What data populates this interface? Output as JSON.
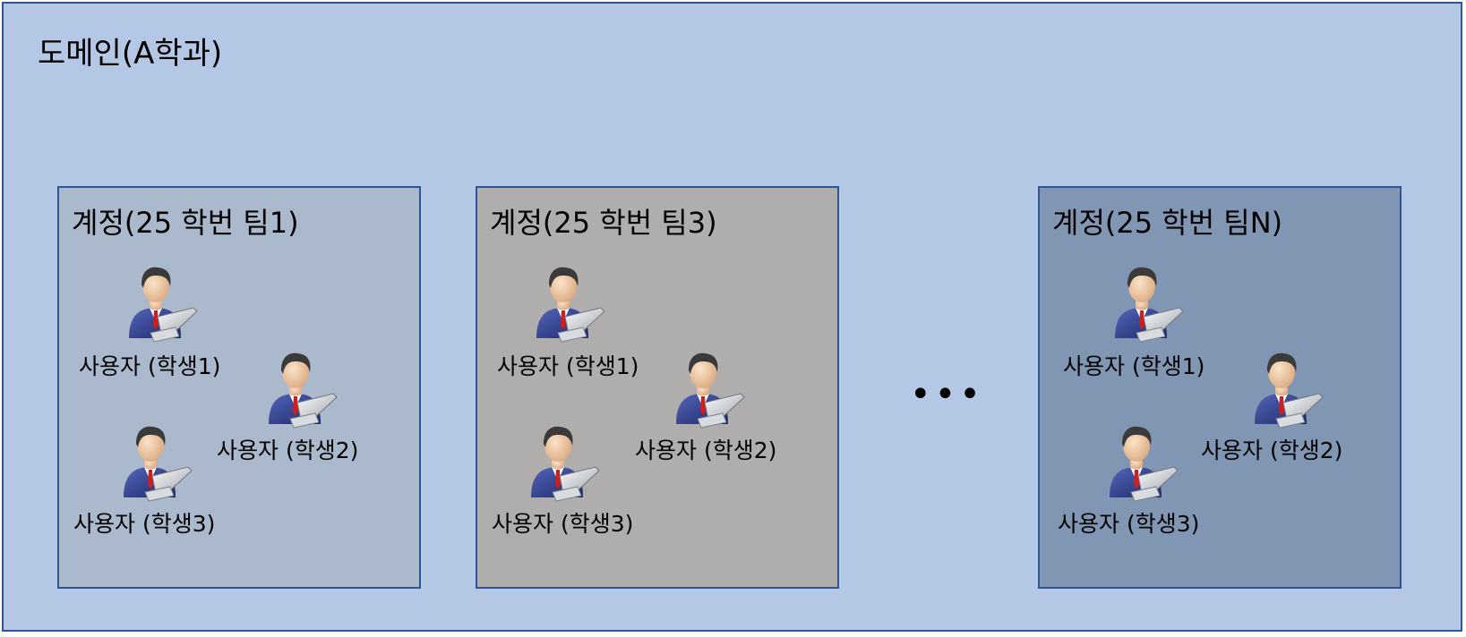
{
  "domain": {
    "title": "도메인(A학과)"
  },
  "accounts": [
    {
      "title": "계정(25 학번 팀1)",
      "users": [
        "사용자 (학생1)",
        "사용자 (학생2)",
        "사용자 (학생3)"
      ]
    },
    {
      "title": "계정(25 학번 팀3)",
      "users": [
        "사용자 (학생1)",
        "사용자 (학생2)",
        "사용자 (학생3)"
      ]
    },
    {
      "title": "계정(25 학번 팀N)",
      "users": [
        "사용자 (학생1)",
        "사용자 (학생2)",
        "사용자 (학생3)"
      ]
    }
  ],
  "ellipsis": "•••",
  "icons": {
    "user": "user-with-laptop-icon"
  },
  "colors": {
    "domain_bg": "#b4c8e6",
    "border": "#2f5597",
    "account1_bg": "#aab9cb",
    "account2_bg": "#b0adad",
    "account3_bg": "#8196b3"
  }
}
